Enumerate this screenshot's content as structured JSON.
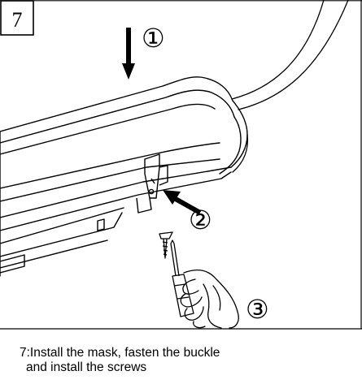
{
  "step": {
    "number": "7"
  },
  "callouts": {
    "one": "①",
    "two": "②",
    "three": "③"
  },
  "caption": {
    "line1": "7:Install the mask, fasten the buckle",
    "line2": "and install the screws"
  },
  "colors": {
    "ink": "#000000",
    "paper": "#ffffff"
  },
  "icons": {
    "press-arrow": "down-arrow-icon",
    "push-arrow": "diagonal-arrow-icon",
    "screw": "screw-icon",
    "screwdriver": "screwdriver-icon"
  }
}
